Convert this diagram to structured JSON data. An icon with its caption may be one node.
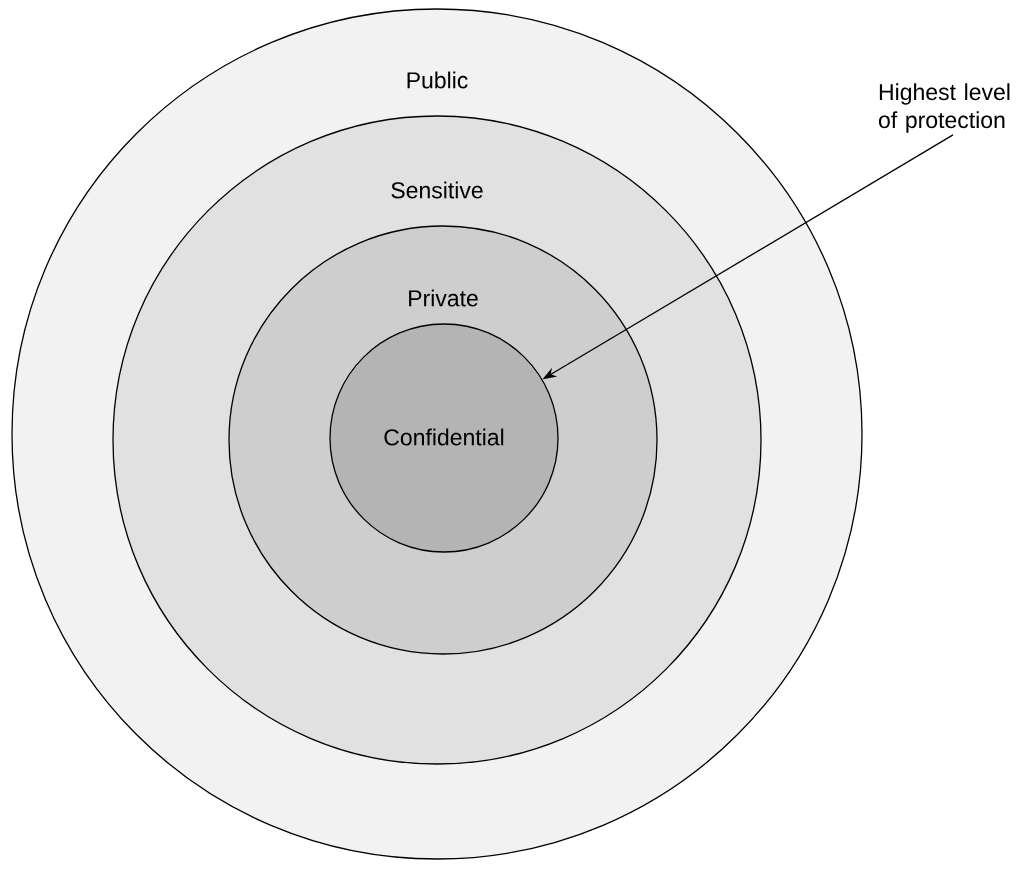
{
  "diagram": {
    "nodes": [
      {
        "text": [
          "Public"
        ]
      },
      {
        "text": [
          "Sensitive"
        ],
        "in": 0
      },
      {
        "text": [
          "Private"
        ],
        "in": 1
      },
      {
        "text": [
          "Confidential"
        ],
        "in": 2
      },
      {
        "text": [
          "Highest level of protection"
        ]
      }
    ],
    "edges": [
      {
        "from": 4,
        "to": 3,
        "arrow": "to"
      }
    ]
  }
}
